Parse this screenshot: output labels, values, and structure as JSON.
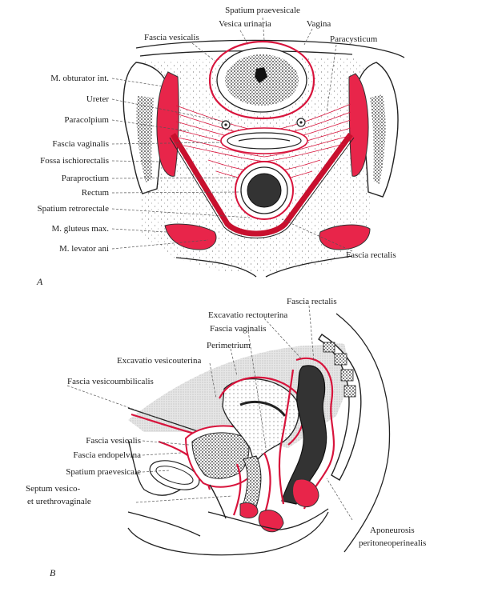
{
  "panel_a": {
    "letter": "A",
    "labels": {
      "spatium_praevesicale": "Spatium praevesicale",
      "vesica_urinaria": "Vesica urinaria",
      "vagina": "Vagina",
      "fascia_vesicalis": "Fascia vesicalis",
      "paracysticum": "Paracysticum",
      "obturator": "M. obturator int.",
      "ureter": "Ureter",
      "paracolpium": "Paracolpium",
      "fascia_vaginalis": "Fascia vaginalis",
      "fossa": "Fossa ischiorectalis",
      "paraproctium": "Paraproctium",
      "rectum": "Rectum",
      "retrorectale": "Spatium retrorectale",
      "gluteus": "M. gluteus max.",
      "levator": "M. levator ani",
      "fascia_rectalis": "Fascia rectalis"
    }
  },
  "panel_b": {
    "letter": "B",
    "labels": {
      "fascia_rectalis": "Fascia rectalis",
      "excavatio_recto": "Excavatio rectouterina",
      "fascia_vaginalis": "Fascia vaginalis",
      "perimetrium": "Perimetrium",
      "excavatio_vesico": "Excavatio vesicouterina",
      "vesicoumbilicalis": "Fascia vesicoumbilicalis",
      "fascia_vesicalis": "Fascia vesicalis",
      "endopelvina": "Fascia endopelvina",
      "spatium_praevesicale": "Spatium praevesicale",
      "septum_1": "Septum vesico-",
      "septum_2": "et urethrovaginale",
      "aponeurosis_1": "Aponeurosis",
      "aponeurosis_2": "peritoneoperinealis"
    }
  },
  "colors": {
    "fascia_red": "#d8143c",
    "muscle_red": "#e8254a",
    "ink": "#222222"
  }
}
